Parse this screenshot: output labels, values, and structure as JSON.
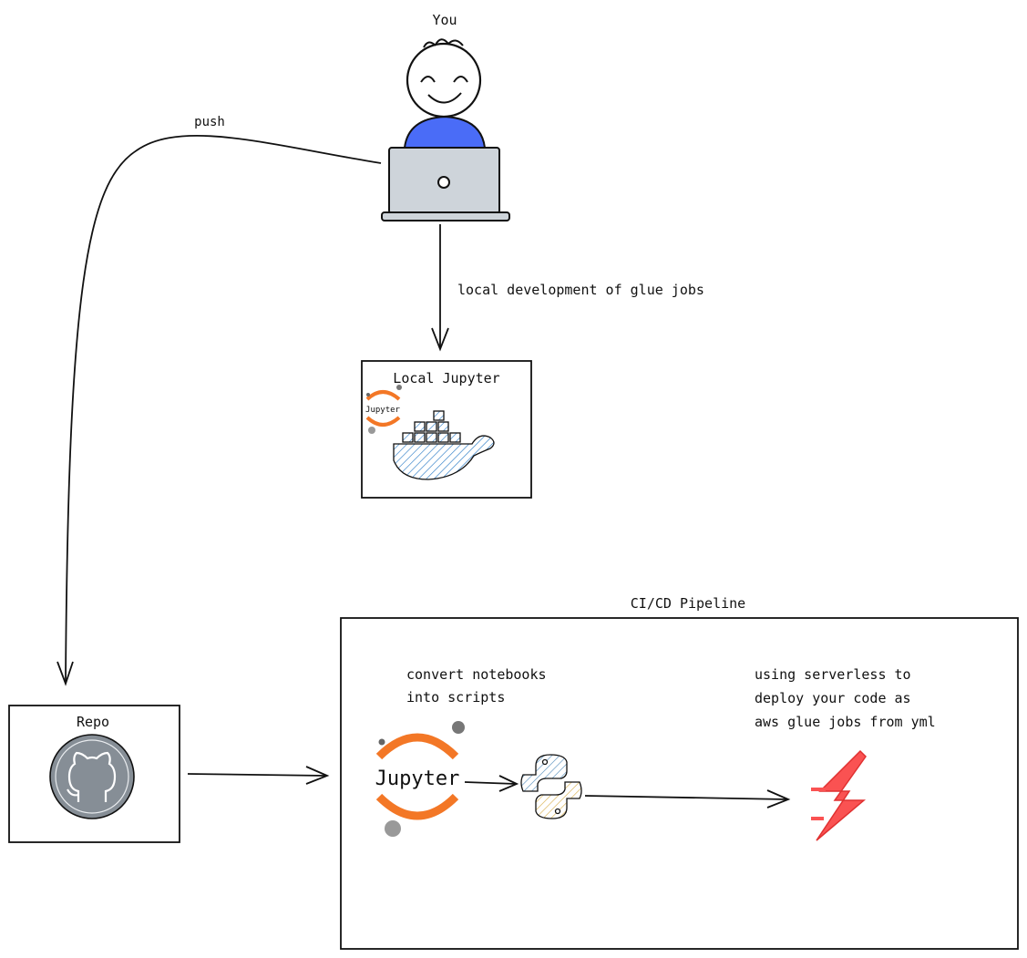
{
  "person": {
    "label": "You"
  },
  "edges": {
    "push": "push",
    "local_dev": "local development of glue jobs"
  },
  "local_jupyter": {
    "title": "Local Jupyter",
    "jupyter_text": "Jupyter"
  },
  "repo": {
    "title": "Repo"
  },
  "pipeline": {
    "title": "CI/CD Pipeline",
    "convert_text": [
      "convert notebooks",
      "into scripts"
    ],
    "deploy_text": [
      "using serverless to",
      "deploy your code as",
      "aws glue jobs from yml"
    ],
    "jupyter_text": "Jupyter"
  },
  "colors": {
    "person_shirt": "#4a6cf7",
    "laptop": "#ced4da",
    "jupyter_orange": "#f37726",
    "docker_blue": "#1971c2",
    "github_gray": "#868e96",
    "python_blue": "#4a86b8",
    "python_yellow": "#e8c46a",
    "serverless_red": "#fa5252"
  },
  "icons": [
    "person-icon",
    "laptop-icon",
    "jupyter-icon",
    "docker-icon",
    "github-icon",
    "python-icon",
    "serverless-icon"
  ]
}
